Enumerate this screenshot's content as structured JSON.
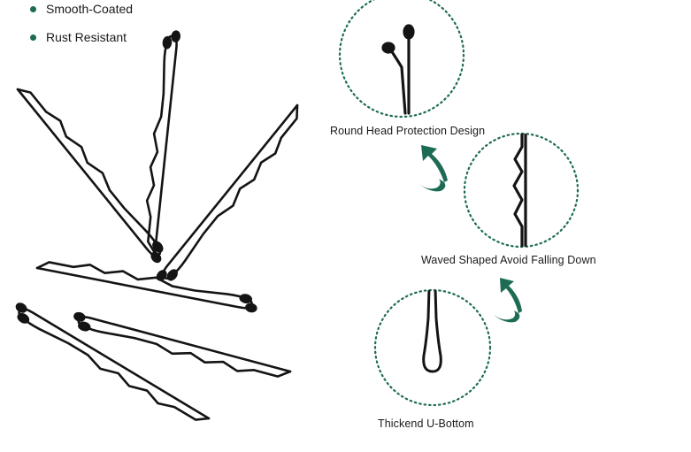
{
  "features": [
    {
      "label": "Smooth-Coated"
    },
    {
      "label": "Rust Resistant"
    }
  ],
  "details": [
    {
      "caption": "Round Head Protection Design"
    },
    {
      "caption": "Waved Shaped Avoid Falling Down"
    },
    {
      "caption": "Thickend U-Bottom"
    }
  ],
  "colors": {
    "accent": "#1e6b55",
    "pin": "#141414",
    "ring": "#1e6b55"
  },
  "icons": [
    "bullet-dot",
    "curved-arrow-icon"
  ]
}
